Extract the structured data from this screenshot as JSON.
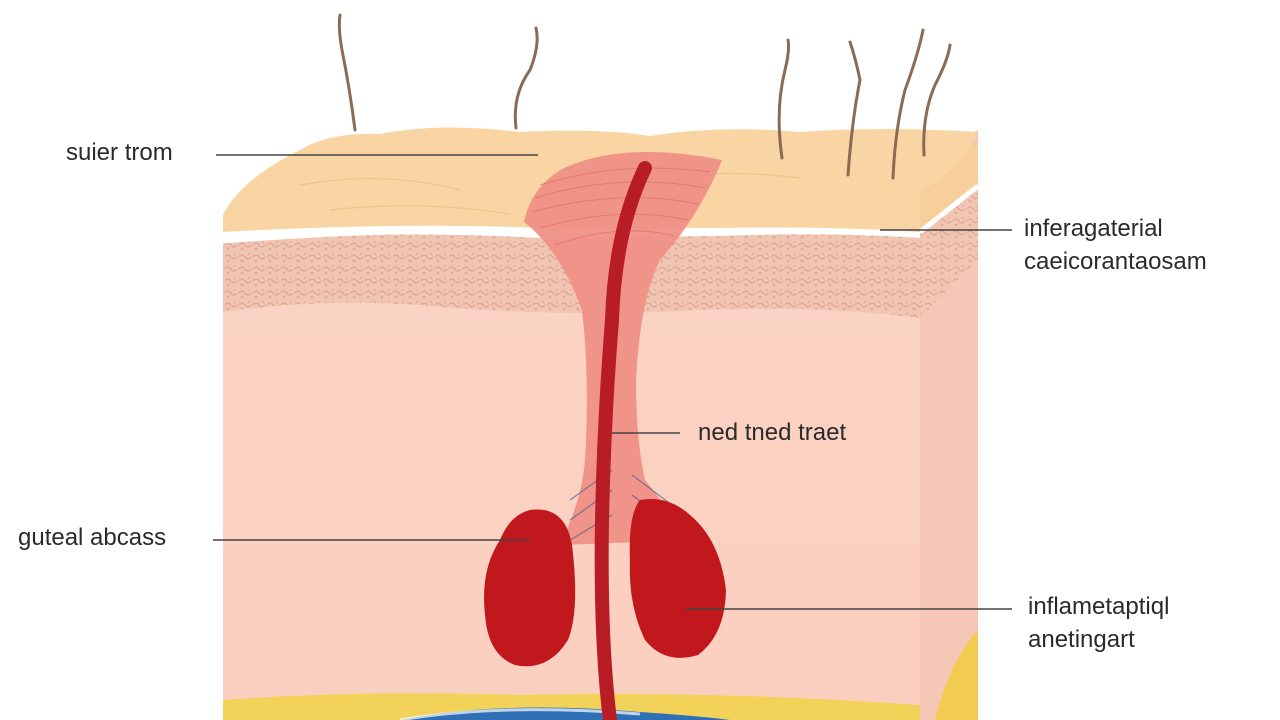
{
  "labels": {
    "skin_surface": "suier trom",
    "right_top_line1": "inferagaterial",
    "right_top_line2": "caeicorantaosam",
    "tract": "ned tned traet",
    "abscess": "guteal abcass",
    "right_bottom_line1": "inflametaptiql",
    "right_bottom_line2": "anetingart"
  },
  "colors": {
    "epidermis": "#f8d4a0",
    "dermis_texture": "#f0c6b0",
    "subcutis": "#fbd2c2",
    "tract": "#b81c24",
    "abscess": "#c0181c",
    "funnel": "#ef8f87",
    "fat_yellow": "#f3d25a",
    "vessel_blue": "#2e6fb5",
    "hair": "#8b6b55",
    "leader_line": "#444444"
  }
}
